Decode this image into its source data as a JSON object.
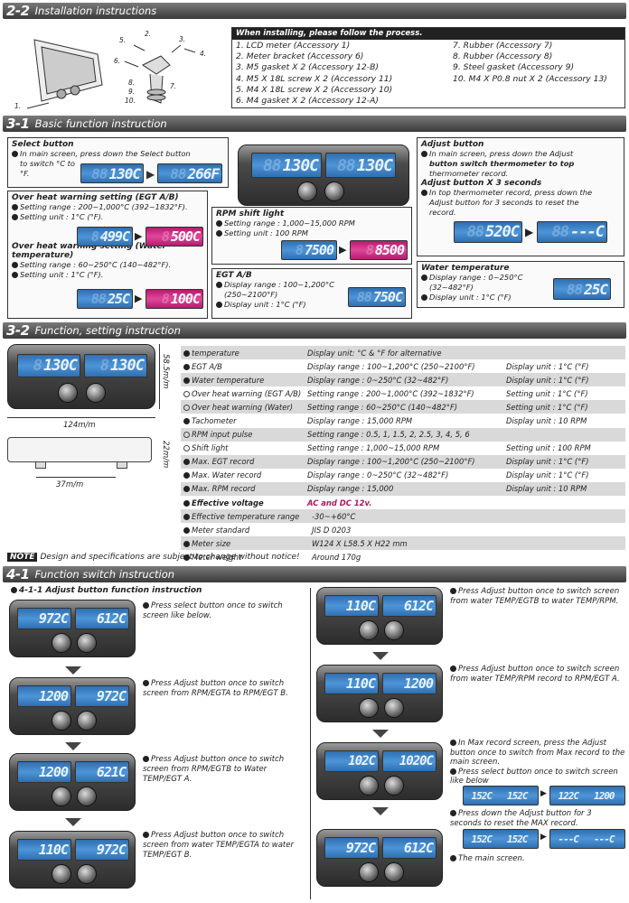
{
  "sections": {
    "s22": {
      "num": "2-2",
      "title": "Installation instructions"
    },
    "s31": {
      "num": "3-1",
      "title": "Basic function instruction"
    },
    "s32": {
      "num": "3-2",
      "title": "Function, setting instruction"
    },
    "s41": {
      "num": "4-1",
      "title": "Function switch instruction"
    }
  },
  "install": {
    "header": "When installing, please follow the process.",
    "left": [
      "1. LCD meter (Accessory 1)",
      "2. Meter bracket (Accessory 6)",
      "3. M5 gasket X 2 (Accessory 12-B)",
      "4. M5 X 18L screw X 2 (Accessory 11)",
      "5. M4 X 18L screw X 2 (Accessory 10)",
      "6. M4 gasket X 2 (Accessory 12-A)"
    ],
    "right": [
      "7. Rubber (Accessory 7)",
      "8. Rubber (Accessory 8)",
      "9. Steel gasket (Accessory 9)",
      "10. M4 X P0.8 nut X 2 (Accessory 13)"
    ],
    "callouts": [
      "5.",
      "6.",
      "3.",
      "2.",
      "4.",
      "1.",
      "8.",
      "7.",
      "9.",
      "10."
    ]
  },
  "basic": {
    "select": {
      "title": "Select button",
      "lines": [
        "In main screen, press down the Select button",
        "to switch °C to",
        "°F."
      ],
      "lcd_a": "130C",
      "lcd_b": "266F"
    },
    "overheat_egt": {
      "title": "Over heat warning setting (EGT A/B)",
      "range": "Setting range : 200~1,000°C (392~1832°F).",
      "unit": "Setting unit : 1°C (°F).",
      "lcd_a": "499C",
      "lcd_b": "500C"
    },
    "overheat_water": {
      "title": "Over heat warning setting (Water temperature)",
      "range": "Setting range : 60~250°C (140~482°F).",
      "unit": "Setting unit : 1°C (°F).",
      "lcd_a": "25C",
      "lcd_b": "100C"
    },
    "center_lcd": [
      "130C",
      "130C"
    ],
    "rpm_shift": {
      "title": "RPM shift light",
      "range": "Setting range : 1,000~15,000 RPM",
      "unit": "Setting unit : 100 RPM",
      "lcd_a": "7500",
      "lcd_b": "8500"
    },
    "egt_ab": {
      "title": "EGT A/B",
      "range": "Display range : 100~1,200°C",
      "range2": "(250~2100°F)",
      "unit": "Display unit : 1°C (°F)",
      "lcd": "750C"
    },
    "adjust": {
      "title": "Adjust button",
      "l1": "In main screen, press down the Adjust",
      "l2": "button switch thermometer to top",
      "l3": "thermometer record.",
      "title2": "Adjust button X 3 seconds",
      "l4": "In top thermometer record, press down the",
      "l5": "Adjust button for 3 seconds to reset the",
      "l6": "record.",
      "lcd_a": "520C",
      "lcd_b": "---C"
    },
    "water": {
      "title": "Water temperature",
      "range": "Display range : 0~250°C",
      "range2": "(32~482°F)",
      "unit": "Display unit : 1°C (°F)",
      "lcd": "25C"
    }
  },
  "meter_dims": {
    "height": "58.5m/m",
    "width": "124m/m",
    "depth": "22m/m",
    "post": "37m/m",
    "lcd": [
      "130C",
      "130C"
    ]
  },
  "spec_rows": [
    {
      "n": "temperature",
      "r": "Display unit: °C & °F for alternative",
      "u": "",
      "bullet": "dot"
    },
    {
      "n": "EGT A/B",
      "r": "Display range : 100~1,200°C (250~2100°F)",
      "u": "Display unit : 1°C (°F)",
      "bullet": "dot"
    },
    {
      "n": "Water temperature",
      "r": "Display range : 0~250°C (32~482°F)",
      "u": "Display unit : 1°C (°F)",
      "bullet": "dot"
    },
    {
      "n": "Over heat warning (EGT A/B)",
      "r": "Setting range : 200~1,000°C (392~1832°F)",
      "u": "Setting unit : 1°C (°F)",
      "bullet": "odot"
    },
    {
      "n": "Over heat warning (Water)",
      "r": "Setting range : 60~250°C (140~482°F)",
      "u": "Setting unit : 1°C (°F)",
      "bullet": "odot"
    },
    {
      "n": "Tachometer",
      "r": "Display range : 15,000 RPM",
      "u": "Display unit : 10 RPM",
      "bullet": "dot"
    },
    {
      "n": "RPM input pulse",
      "r": "Setting range : 0.5, 1, 1.5, 2, 2.5, 3, 4, 5, 6",
      "u": "",
      "bullet": "odot"
    },
    {
      "n": "Shift light",
      "r": "Setting range : 1,000~15,000 RPM",
      "u": "Setting unit : 100 RPM",
      "bullet": "odot"
    },
    {
      "n": "Max. EGT record",
      "r": "Display range : 100~1,200°C (250~2100°F)",
      "u": "Display unit : 1°C (°F)",
      "bullet": "dot"
    },
    {
      "n": "Max. Water record",
      "r": "Display range : 0~250°C (32~482°F)",
      "u": "Display unit : 1°C (°F)",
      "bullet": "dot"
    },
    {
      "n": "Max. RPM record",
      "r": "Display range : 15,000",
      "u": "Display unit : 10 RPM",
      "bullet": "dot"
    },
    {
      "n": "Effective voltage",
      "r": "AC and DC 12v.",
      "u": "",
      "bullet": "dot",
      "red": true
    },
    {
      "n": "Effective temperature range",
      "r": "-30~+60°C",
      "u": "",
      "bullet": "dot"
    },
    {
      "n": "Meter standard",
      "r": "JIS D 0203",
      "u": "",
      "bullet": "dot"
    },
    {
      "n": "Meter size",
      "r": "W124 X L58.5 X H22 mm",
      "u": "",
      "bullet": "dot"
    },
    {
      "n": "Meter weight",
      "r": "Around 170g",
      "u": "",
      "bullet": "dot"
    }
  ],
  "note": {
    "tag": "NOTE",
    "text": "Design and specifications are subject to change without notice!"
  },
  "switch": {
    "subtitle": "4-1-1 Adjust button function instruction",
    "left_steps": [
      {
        "lcd": [
          "972C",
          "612C"
        ],
        "text": "Press select button once to switch screen like below."
      },
      {
        "lcd": [
          "1200",
          "972C"
        ],
        "text": "Press Adjust button once to switch screen from RPM/EGTA to RPM/EGT B."
      },
      {
        "lcd": [
          "1200",
          "621C"
        ],
        "text": "Press Adjust button once to switch screen from RPM/EGTB to Water TEMP/EGT A."
      },
      {
        "lcd": [
          "110C",
          "972C"
        ],
        "text": "Press Adjust button once to switch screen from water TEMP/EGTA to water TEMP/EGT B."
      }
    ],
    "right_steps": [
      {
        "lcd": [
          "110C",
          "612C"
        ],
        "text": "Press Adjust button once to switch screen from water TEMP/EGTB to water TEMP/RPM."
      },
      {
        "lcd": [
          "110C",
          "1200"
        ],
        "text": "Press Adjust button once to switch screen from water TEMP/RPM record to RPM/EGT A."
      },
      {
        "lcd": [
          "102C",
          "1020C"
        ],
        "text": ""
      },
      {
        "lcd": [
          "972C",
          "612C"
        ],
        "text": "The main screen."
      }
    ],
    "max_l1": "In Max record screen, press the Adjust button once to switch from Max record to the main screen.",
    "max_l2": "Press select button once to switch screen like below",
    "max_l3": "Press down the Adjust button for 3 seconds to reset the MAX record.",
    "mini": [
      "152C",
      "152C",
      "122C",
      "1200",
      "152C",
      "152C",
      "---C",
      "---C"
    ]
  }
}
